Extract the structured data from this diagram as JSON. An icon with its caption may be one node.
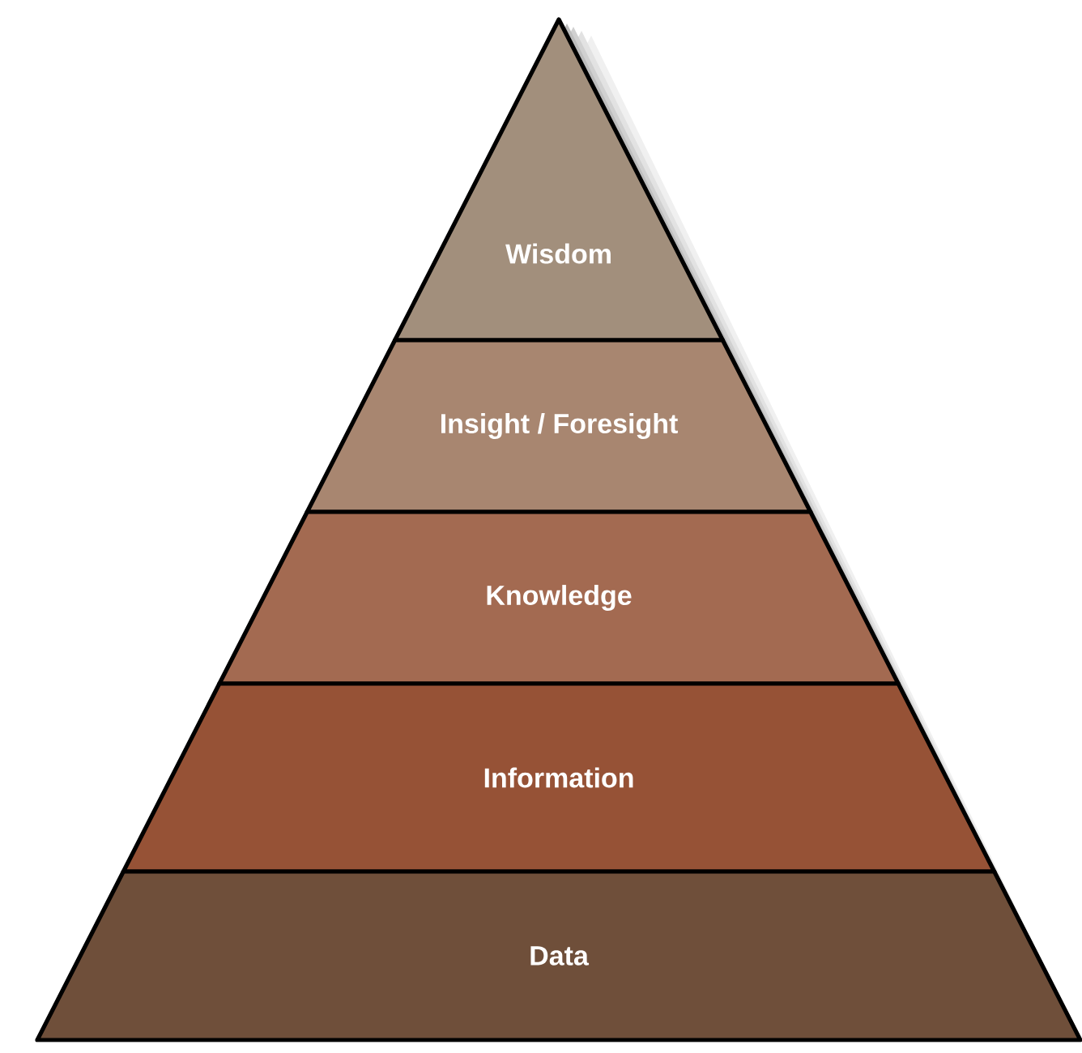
{
  "diagram": {
    "nodes": [
      {
        "text": [
          "Wisdom"
        ]
      },
      {
        "text": [
          "Insight / Foresight"
        ]
      },
      {
        "text": [
          "Knowledge"
        ]
      },
      {
        "text": [
          "Information"
        ]
      },
      {
        "text": [
          "Data"
        ]
      }
    ]
  }
}
